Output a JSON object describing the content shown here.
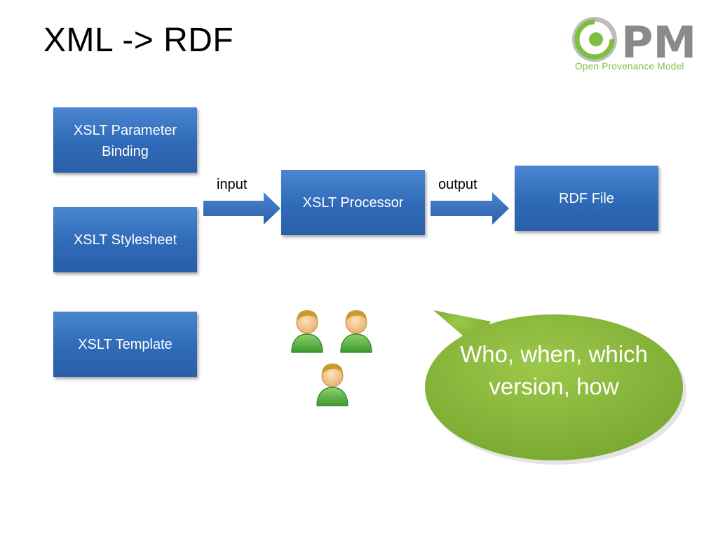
{
  "slide": {
    "title": "XML -> RDF"
  },
  "logo": {
    "mark": "PM",
    "caption": "Open Provenance Model"
  },
  "diagram": {
    "boxes": {
      "param_binding": "XSLT Parameter Binding",
      "stylesheet": "XSLT Stylesheet",
      "template": "XSLT Template",
      "processor": "XSLT Processor",
      "rdf_file": "RDF File"
    },
    "arrows": {
      "input_label": "input",
      "output_label": "output"
    },
    "people": {
      "icon": "user-icon",
      "count": 3
    },
    "callout": {
      "text": "Who, when, which version, how"
    }
  },
  "colors": {
    "box_blue": "#2f6ab8",
    "arrow_blue": "#3b78c8",
    "bubble_green": "#8ab93d",
    "logo_green": "#7fbf3f",
    "logo_gray": "#8a8a8a"
  }
}
